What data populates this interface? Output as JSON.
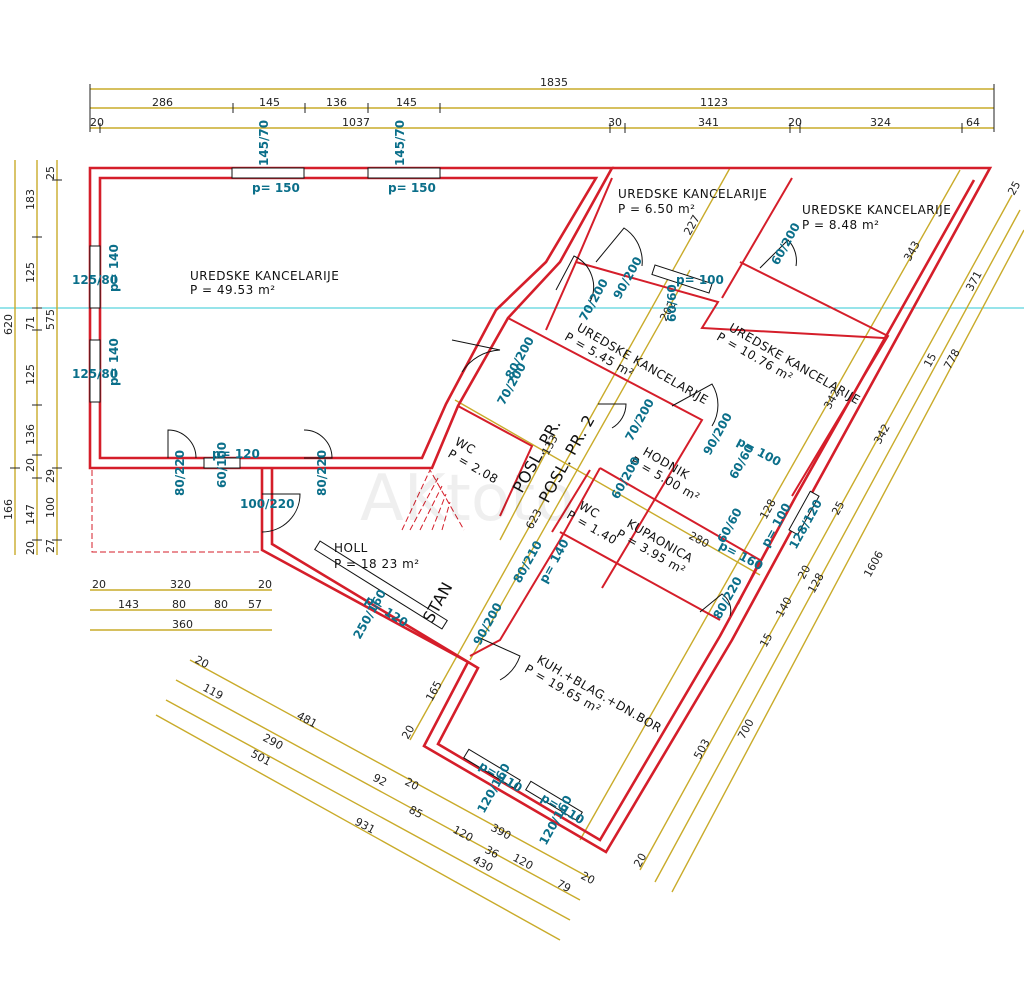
{
  "rooms": {
    "office_main": {
      "name": "UREDSKE KANCELARIJE",
      "area": "P = 49.53 m²"
    },
    "office_a": {
      "name": "UREDSKE KANCELARIJE",
      "area": "P = 6.50 m²"
    },
    "office_b": {
      "name": "UREDSKE KANCELARIJE",
      "area": "P = 8.48 m²"
    },
    "office_c": {
      "name": "UREDSKE KANCELARIJE",
      "area": "P = 5.45 m²"
    },
    "office_d": {
      "name": "UREDSKE KANCELARIJE",
      "area": "P = 10.76 m²"
    },
    "wc_a": {
      "name": "WC",
      "area": "P = 2.08"
    },
    "hodnik": {
      "name": "HODNIK",
      "area": "P = 5.00 m²"
    },
    "wc_b": {
      "name": "WC",
      "area": "P = 1.40"
    },
    "kupaonica": {
      "name": "KUPAONICA",
      "area": "P = 3.95 m²"
    },
    "holl": {
      "name": "HOLL",
      "area": "P = 18 23 m²"
    },
    "kuhinja": {
      "name": "KUH.+BLAG.+DN.BOR",
      "area": "P = 19.65 m²"
    }
  },
  "labels": {
    "stan": "STAN",
    "posl_pr1": "POSL. PR.",
    "posl_pr2": "POSL. PR. 2"
  },
  "dimensions": {
    "top_total": "1835",
    "top_row2": [
      "286",
      "145",
      "136",
      "145",
      "1123"
    ],
    "top_row3": [
      "20",
      "1037",
      "30",
      "341",
      "20",
      "324",
      "64"
    ],
    "left_outer": [
      "620",
      "166"
    ],
    "left_mid": [
      "183",
      "125",
      "71",
      "125",
      "136",
      "20",
      "147",
      "20"
    ],
    "left_inner": [
      "25",
      "575",
      "29",
      "100",
      "27"
    ],
    "bottom_left_row1": [
      "20",
      "320",
      "20"
    ],
    "bottom_left_row2": [
      "143",
      "80",
      "80",
      "57"
    ],
    "bottom_left_row3": [
      "360"
    ],
    "diag_bottom": [
      "20",
      "119",
      "481",
      "290",
      "501",
      "92",
      "20",
      "85",
      "120",
      "390",
      "931",
      "36",
      "120",
      "430",
      "79",
      "20"
    ],
    "diag_right": [
      "25",
      "371",
      "15",
      "778",
      "343",
      "342",
      "25",
      "128",
      "1606",
      "20",
      "140",
      "15",
      "503",
      "700",
      "20"
    ],
    "inner": [
      "227",
      "202",
      "133",
      "623",
      "165",
      "20",
      "280",
      "128",
      "342"
    ]
  },
  "windows": {
    "w1": "p= 150",
    "w1_size": "145/70",
    "w2": "p= 150",
    "w2_size": "145/70",
    "w3": "p= 140",
    "w3_size": "125/80",
    "w4": "p= 140",
    "w4_size": "125/80",
    "w5": "p= 120",
    "w5_size": "60/100",
    "w6": "p= 100",
    "w6_size": "60/60",
    "w7": "p= 120",
    "w7_size": "250/160",
    "w8": "p= 140",
    "w8_size": "80/210",
    "w9": "p= 110",
    "w9_size": "120/160",
    "w10": "p= 110",
    "w10_size": "120/160",
    "w11": "p= 100",
    "w11_size": "60/60",
    "w12": "p= 160",
    "w12_size": "60/60",
    "w13": "p= 100",
    "w13_size": "128/120"
  },
  "doors": [
    "80/220",
    "80/220",
    "100/220",
    "70/200",
    "90/200",
    "80/200",
    "70/200",
    "90/200",
    "60/200",
    "70/200",
    "90/200",
    "60/200",
    "80/220"
  ],
  "watermark": "AKtoto",
  "colors": {
    "wall": "#d51e2a",
    "dimension": "#c9ab2a",
    "opening": "#0b6f8a",
    "guide": "#2fc8d6"
  }
}
